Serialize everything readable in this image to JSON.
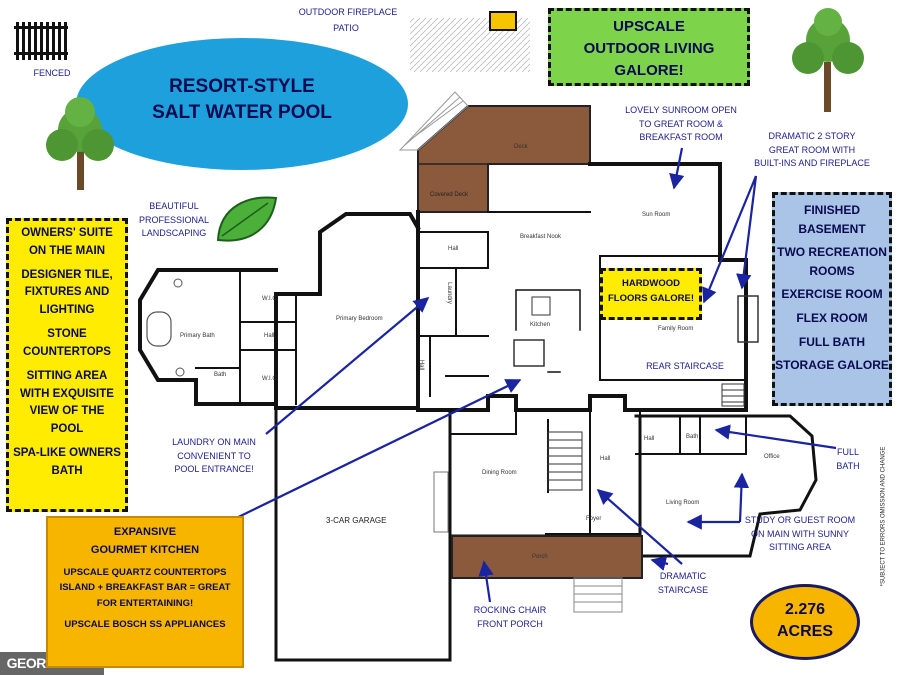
{
  "labels": {
    "fenced": "FENCED",
    "outdoor_fireplace": "OUTDOOR FIREPLACE",
    "patio": "PATIO",
    "pool_line1": "RESORT-STYLE",
    "pool_line2": "SALT WATER POOL",
    "landscaping": [
      "BEAUTIFUL",
      "PROFESSIONAL",
      "LANDSCAPING"
    ],
    "sunroom_note": [
      "LOVELY SUNROOM OPEN",
      "TO GREAT ROOM &",
      "BREAKFAST ROOM"
    ],
    "great_room_note": [
      "DRAMATIC 2 STORY",
      "GREAT ROOM WITH",
      "BUILT-INS AND FIREPLACE"
    ],
    "laundry_note": [
      "LAUNDRY ON MAIN",
      "CONVENIENT TO",
      "POOL ENTRANCE!"
    ],
    "full_bath_note": [
      "FULL",
      "BATH"
    ],
    "study_note": [
      "STUDY OR GUEST ROOM",
      "ON MAIN WITH SUNNY",
      "SITTING AREA"
    ],
    "dramatic_staircase": [
      "DRAMATIC",
      "STAIRCASE"
    ],
    "porch_note": [
      "ROCKING CHAIR",
      "FRONT PORCH"
    ],
    "rear_staircase": "REAR STAIRCASE",
    "disclaimer": "*SUBJECT TO ERRORS OMISSION AND CHANGE",
    "logo": "GEORGIAMLS"
  },
  "callouts": {
    "outdoor_living": [
      "UPSCALE",
      "OUTDOOR LIVING",
      "GALORE!"
    ],
    "owners_suite": {
      "title": [
        "OWNERS' SUITE",
        "ON THE MAIN"
      ],
      "items": [
        [
          "DESIGNER TILE,",
          "FIXTURES AND",
          "LIGHTING"
        ],
        [
          "STONE",
          "COUNTERTOPS"
        ],
        [
          "SITTING AREA",
          "WITH EXQUISITE",
          "VIEW OF THE",
          "POOL"
        ],
        [
          "SPA-LIKE OWNERS",
          "BATH"
        ]
      ]
    },
    "basement": {
      "title": [
        "FINISHED",
        "BASEMENT"
      ],
      "items": [
        [
          "TWO RECREATION",
          "ROOMS"
        ],
        [
          "EXERCISE ROOM"
        ],
        [
          "FLEX ROOM"
        ],
        [
          "FULL BATH"
        ],
        [
          "STORAGE GALORE"
        ]
      ]
    },
    "hardwood": [
      "HARDWOOD",
      "FLOORS GALORE!"
    ],
    "kitchen": {
      "title": [
        "EXPANSIVE",
        "GOURMET KITCHEN"
      ],
      "items": [
        [
          "UPSCALE QUARTZ COUNTERTOPS"
        ],
        [
          "ISLAND + BREAKFAST BAR = GREAT",
          "FOR ENTERTAINING!"
        ],
        [
          "UPSCALE BOSCH SS APPLIANCES"
        ]
      ]
    },
    "acres": [
      "2.276",
      "ACRES"
    ]
  },
  "rooms": {
    "deck": "Deck",
    "covered_deck": "Covered Deck",
    "breakfast_nook": "Breakfast Nook",
    "sun_room": "Sun Room",
    "hall_top": "Hall",
    "laundry": "Laundry",
    "kitchen": "Kitchen",
    "family_room": "Family Room",
    "primary_bedroom": "Primary Bedroom",
    "primary_bath": "Primary Bath",
    "wic_1": "W.I.C.",
    "wic_2": "W.I.C.",
    "hall_suite": "Hall",
    "bath_suite": "Bath",
    "pantry": "Hall",
    "garage": "3-CAR GARAGE",
    "dining_room": "Dining Room",
    "hall_center": "Hall",
    "foyer": "Foyer",
    "porch": "Porch",
    "hall_small": "Hall",
    "bath_small": "Bath",
    "office": "Office",
    "living_room": "Living Room"
  },
  "colors": {
    "pool": "#1ea0dc",
    "green_box": "#7dd34a",
    "yellow_box": "#ffec00",
    "blue_box": "#a9c4e6",
    "orange_box": "#f7b500",
    "deck": "#8b5a3c",
    "text": "#1d1d8c",
    "arrow": "#1a23a0"
  }
}
